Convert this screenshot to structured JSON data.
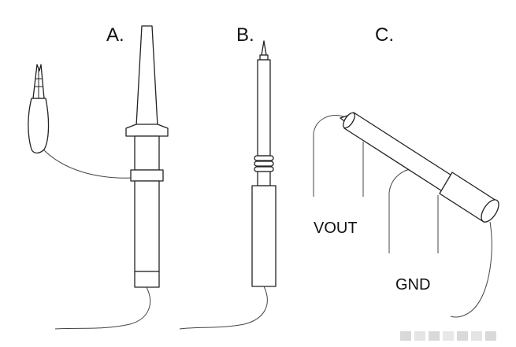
{
  "panels": {
    "a": {
      "label": "A."
    },
    "b": {
      "label": "B."
    },
    "c": {
      "label": "C."
    }
  },
  "signals": {
    "vout": "VOUT",
    "gnd": "GND"
  },
  "colors": {
    "line": "#222222",
    "background": "#ffffff"
  }
}
